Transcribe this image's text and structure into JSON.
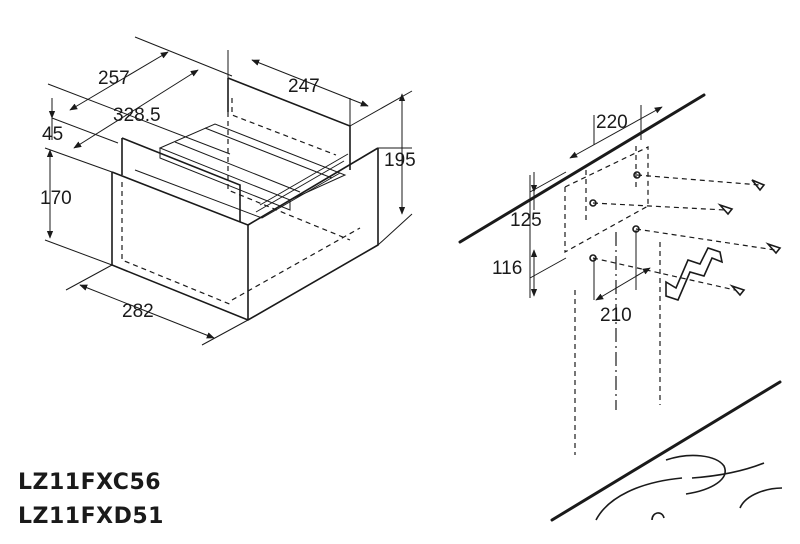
{
  "dimensions": {
    "box_depth_top": "257",
    "box_width_top": "247",
    "inner_depth": "328.5",
    "offset_45": "45",
    "height_170": "170",
    "height_195": "195",
    "depth_282": "282",
    "bracket_spacing_220": "220",
    "hole_vertical_125": "125",
    "hole_vertical_116": "116",
    "bracket_spacing_210": "210"
  },
  "models": [
    "LZ11FXC56",
    "LZ11FXD51"
  ]
}
